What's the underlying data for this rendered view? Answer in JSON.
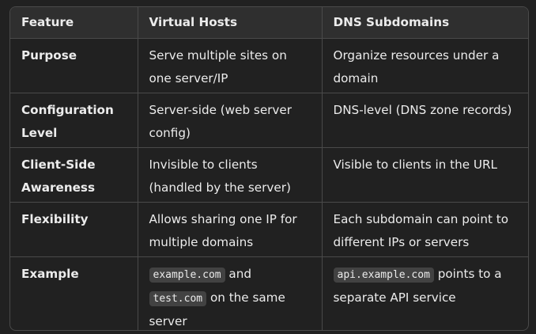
{
  "table": {
    "headers": [
      "Feature",
      "Virtual Hosts",
      "DNS Subdomains"
    ],
    "rows": [
      {
        "feature": "Purpose",
        "virtual_hosts": "Serve multiple sites on one server/IP",
        "dns_subdomains": "Organize resources under a domain"
      },
      {
        "feature": "Configuration Level",
        "virtual_hosts": "Server-side (web server config)",
        "dns_subdomains": "DNS-level (DNS zone records)"
      },
      {
        "feature": "Client-Side Awareness",
        "virtual_hosts": "Invisible to clients (handled by the server)",
        "dns_subdomains": "Visible to clients in the URL"
      },
      {
        "feature": "Flexibility",
        "virtual_hosts": "Allows sharing one IP for multiple domains",
        "dns_subdomains": "Each subdomain can point to different IPs or servers"
      },
      {
        "feature": "Example",
        "virtual_hosts": {
          "code_1": "example.com",
          "text_1": " and ",
          "code_2": "test.com",
          "text_2": " on the same server"
        },
        "dns_subdomains": {
          "code_1": "api.example.com",
          "text_1": " points to a separate API service"
        }
      }
    ]
  }
}
